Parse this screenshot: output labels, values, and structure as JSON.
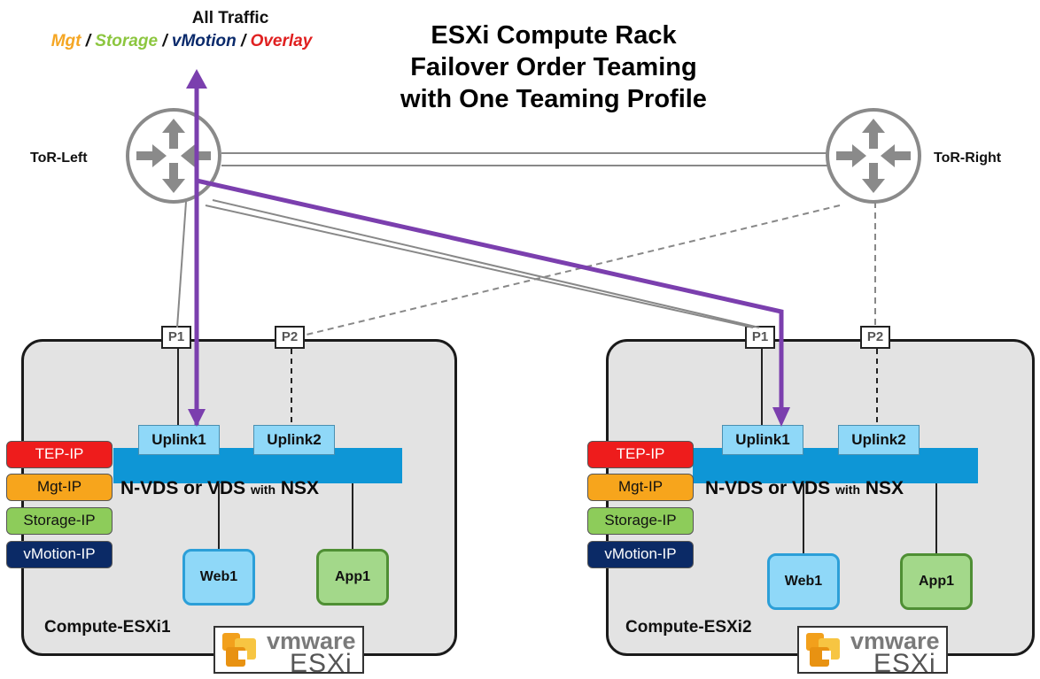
{
  "title_lines": [
    "ESXi Compute Rack",
    "Failover Order Teaming",
    "with One Teaming Profile"
  ],
  "traffic": {
    "heading": "All Traffic",
    "types": [
      {
        "text": "Mgt",
        "color": "#f5a623"
      },
      {
        "text": "Storage",
        "color": "#8cc63f"
      },
      {
        "text": "vMotion",
        "color": "#0a2a6b"
      },
      {
        "text": "Overlay",
        "color": "#e02020"
      }
    ],
    "separator": " / "
  },
  "tor_left": "ToR-Left",
  "tor_right": "ToR-Right",
  "hosts": [
    {
      "name": "Compute-ESXi1",
      "ports": [
        "P1",
        "P2"
      ],
      "uplinks": [
        "Uplink1",
        "Uplink2"
      ],
      "switch_main": "N-VDS or VDS ",
      "switch_with": "with",
      "switch_tail": " NSX",
      "ips": [
        {
          "label": "TEP-IP",
          "bg": "#ee1c1c",
          "fg": "#ffffff"
        },
        {
          "label": "Mgt-IP",
          "bg": "#f7a51c",
          "fg": "#111111"
        },
        {
          "label": "Storage-IP",
          "bg": "#8dcc5a",
          "fg": "#111111"
        },
        {
          "label": "vMotion-IP",
          "bg": "#0b2a66",
          "fg": "#ffffff"
        }
      ],
      "vms": [
        "Web1",
        "App1"
      ],
      "logo_brand": "vmware",
      "logo_product": "ESXi"
    },
    {
      "name": "Compute-ESXi2",
      "ports": [
        "P1",
        "P2"
      ],
      "uplinks": [
        "Uplink1",
        "Uplink2"
      ],
      "switch_main": "N-VDS or VDS ",
      "switch_with": "with",
      "switch_tail": " NSX",
      "ips": [
        {
          "label": "TEP-IP",
          "bg": "#ee1c1c",
          "fg": "#ffffff"
        },
        {
          "label": "Mgt-IP",
          "bg": "#f7a51c",
          "fg": "#111111"
        },
        {
          "label": "Storage-IP",
          "bg": "#8dcc5a",
          "fg": "#111111"
        },
        {
          "label": "vMotion-IP",
          "bg": "#0b2a66",
          "fg": "#ffffff"
        }
      ],
      "vms": [
        "Web1",
        "App1"
      ],
      "logo_brand": "vmware",
      "logo_product": "ESXi"
    }
  ],
  "colors": {
    "traffic_path": "#7b3fae",
    "link_gray": "#888888",
    "router_gray": "#8a8a8a"
  }
}
